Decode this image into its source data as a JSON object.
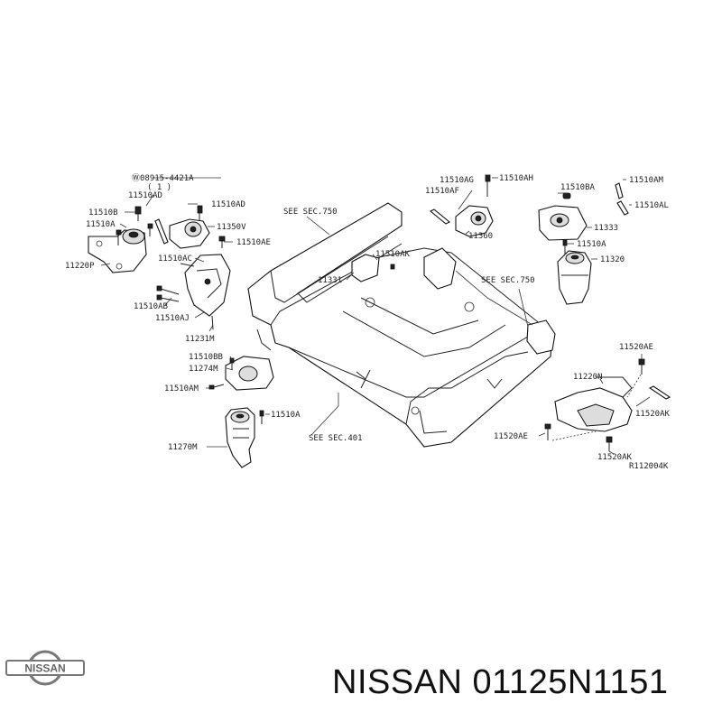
{
  "labels": {
    "p08915": "Ⓦ08915-4421A",
    "p08915_sub": "( 1 )",
    "l11510AD_a": "11510AD",
    "l11510AD_b": "11510AD",
    "l11510B": "11510B",
    "l11510A_a": "11510A",
    "l11350V": "11350V",
    "l11510AE": "11510AE",
    "l11220P": "11220P",
    "l11510AC": "11510AC",
    "l11510AB": "11510AB",
    "l11510AJ": "11510AJ",
    "l11231M": "11231M",
    "l11510BB": "11510BB",
    "l11274M": "11274M",
    "l11510AM_a": "11510AM",
    "l11510A_b": "11510A",
    "l11270M": "11270M",
    "see750_a": "SEE SEC.750",
    "see750_b": "SEE SEC.750",
    "see401": "SEE SEC.401",
    "l11331": "11331",
    "l11510AK": "11510AK",
    "l11510AG": "11510AG",
    "l11510AF": "11510AF",
    "l11510AH": "11510AH",
    "l11360": "11360",
    "l11510BA": "11510BA",
    "l11510AM_b": "11510AM",
    "l11510AL": "11510AL",
    "l11333": "11333",
    "l11510A_c": "11510A",
    "l11320": "11320",
    "l11520AE_a": "11520AE",
    "l11220N": "11220N",
    "l11520AK_a": "11520AK",
    "l11520AE_b": "11520AE",
    "l11520AK_b": "11520AK",
    "ref": "R112004K"
  },
  "brand": {
    "logo_text": "NISSAN"
  },
  "footer": {
    "part_number": "NISSAN 01125N1151"
  }
}
